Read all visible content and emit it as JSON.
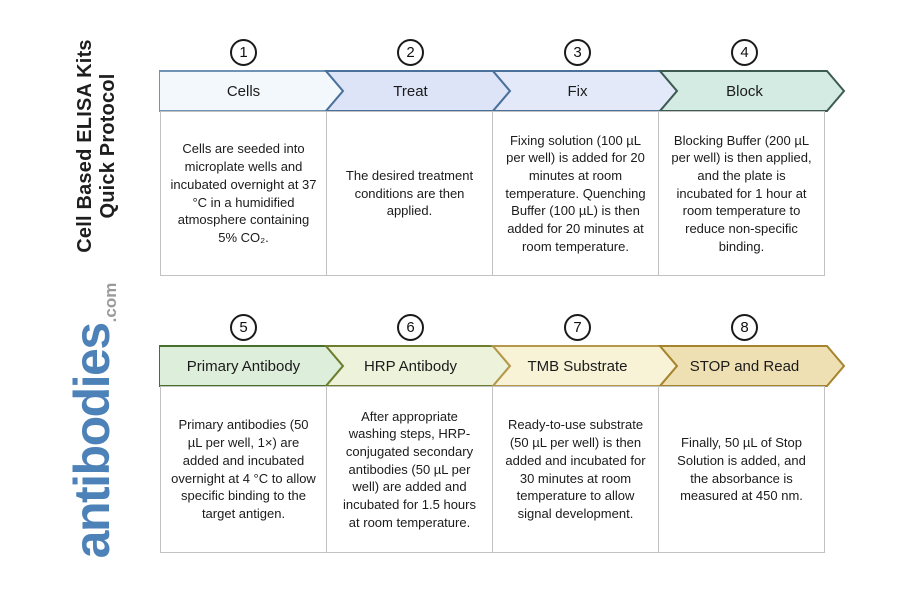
{
  "sidebar": {
    "title_line1": "Cell Based ELISA Kits",
    "title_line2": "Quick Protocol",
    "logo_text": "antibodies",
    "logo_suffix": ".com",
    "logo_color": "#4d82b8",
    "logo_suffix_color": "#9a9a9a"
  },
  "rows": [
    {
      "steps": [
        {
          "number": "1",
          "label": "Cells",
          "fill": "#f3f8fc",
          "border": "#6e93b5",
          "description": "Cells are seeded into microplate wells and incubated overnight at 37 °C in a humidified atmosphere containing 5% CO₂."
        },
        {
          "number": "2",
          "label": "Treat",
          "fill": "#dde4f7",
          "border": "#4a719c",
          "description": "The desired treatment conditions are then applied."
        },
        {
          "number": "3",
          "label": "Fix",
          "fill": "#e3e9f9",
          "border": "#4a719c",
          "description": "Fixing solution (100 µL per well) is added for 20 minutes at room temperature. Quenching Buffer (100 µL) is then added for 20 minutes at room temperature."
        },
        {
          "number": "4",
          "label": "Block",
          "fill": "#d3ebe3",
          "border": "#3c5c52",
          "description": "Blocking Buffer (200 µL per well) is then applied, and the plate is incubated for 1 hour at room temperature to reduce non-specific binding."
        }
      ]
    },
    {
      "steps": [
        {
          "number": "5",
          "label": "Primary Antibody",
          "fill": "#ddeeda",
          "border": "#47702e",
          "description": "Primary antibodies (50 µL per well, 1×) are added and incubated overnight at 4 °C to allow specific binding to the target antigen."
        },
        {
          "number": "6",
          "label": "HRP Antibody",
          "fill": "#edf3da",
          "border": "#6f7e2e",
          "description": "After appropriate washing steps, HRP-conjugated secondary antibodies (50 µL per well) are added and incubated for 1.5 hours at room temperature."
        },
        {
          "number": "7",
          "label": "TMB Substrate",
          "fill": "#f8f3d7",
          "border": "#b6984a",
          "description": "Ready-to-use substrate (50 µL per well) is then added and incubated for 30 minutes at room temperature to allow signal development."
        },
        {
          "number": "8",
          "label": "STOP and Read",
          "fill": "#eee0b2",
          "border": "#a6832d",
          "description": "Finally, 50 µL of Stop Solution is added, and the absorbance is measured at 450 nm."
        }
      ]
    }
  ]
}
